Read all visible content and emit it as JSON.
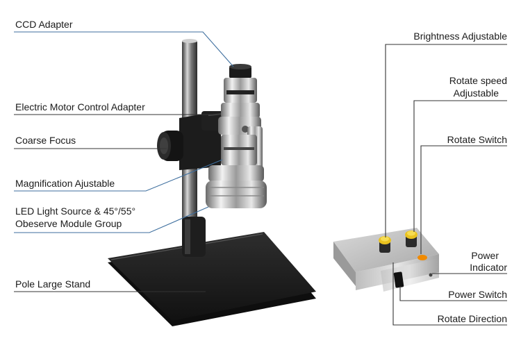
{
  "labels": {
    "ccd_adapter": "CCD Adapter",
    "motor_adapter": "Electric Motor Control Adapter",
    "coarse_focus": "Coarse Focus",
    "magnification": "Magnification Ajustable",
    "led_line1": "LED Light Source & 45°/55°",
    "led_line2": "Obeserve Module Group",
    "pole_stand": "Pole Large Stand",
    "brightness": "Brightness Adjustable",
    "rotate_speed_line1": "Rotate speed",
    "rotate_speed_line2": "Adjustable",
    "rotate_switch": "Rotate Switch",
    "power_indicator_line1": "Power",
    "power_indicator_line2": "Indicator",
    "power_switch": "Power Switch",
    "rotate_direction": "Rotate Direction"
  },
  "colors": {
    "leader_line": "#3d6e9e",
    "leader_line_dark": "#333333",
    "knob_yellow": "#e9c21f",
    "indicator_orange": "#f08a00",
    "base_black": "#1b1b1b"
  }
}
